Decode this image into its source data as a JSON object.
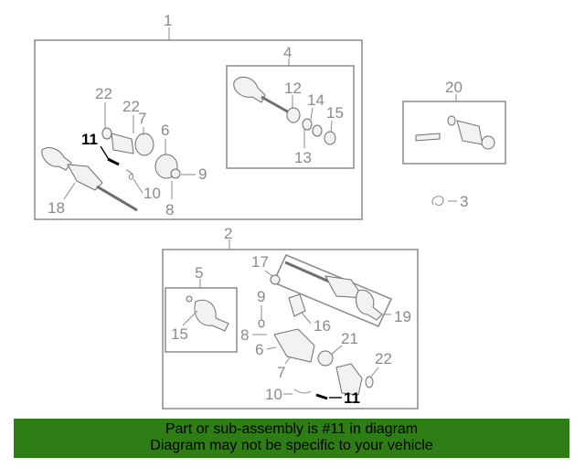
{
  "callouts": {
    "c1": "1",
    "c2": "2",
    "c3": "3",
    "c4": "4",
    "c5": "5",
    "c12": "12",
    "c13": "13",
    "c14": "14",
    "c15a": "15",
    "c15b": "15",
    "c18": "18",
    "c19": "19",
    "c20": "20",
    "u22a": "22",
    "u22b": "22",
    "u7": "7",
    "u6": "6",
    "u9": "9",
    "u8": "8",
    "u10": "10",
    "u11": "11",
    "l17": "17",
    "l9": "9",
    "l16": "16",
    "l8": "8",
    "l6": "6",
    "l7": "7",
    "l21": "21",
    "l22": "22",
    "l10": "10",
    "l11": "11"
  },
  "highlighted_part": "11",
  "banner": {
    "line1": "Part or sub-assembly is #11 in diagram",
    "line2": "Diagram may not be specific to your vehicle",
    "color": "#2f7d15"
  }
}
